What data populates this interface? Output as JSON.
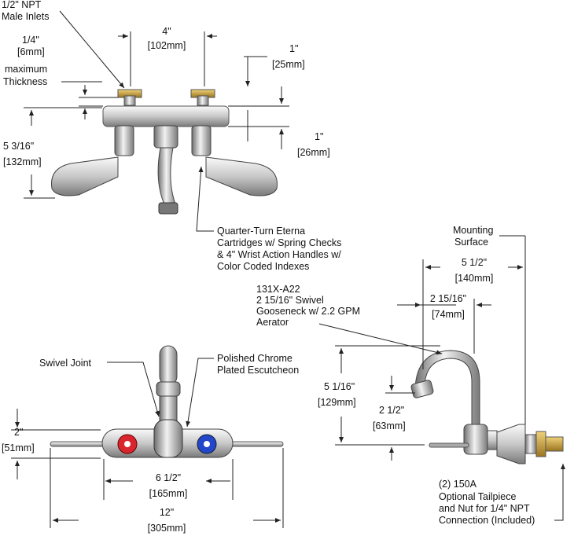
{
  "labels": {
    "npt_inlets": [
      "1/2\" NPT",
      "Male Inlets"
    ],
    "thickness": [
      "1/4\"",
      "[6mm]",
      "maximum",
      "Thickness"
    ],
    "top_4in": [
      "4\"",
      "[102mm]"
    ],
    "top_1in_25": [
      "1\"",
      "[25mm]"
    ],
    "top_1in_26": [
      "1\"",
      "[26mm]"
    ],
    "height_5_3_16": [
      "5 3/16\"",
      "[132mm]"
    ],
    "cartridges": [
      "Quarter-Turn Eterna",
      "Cartridges w/ Spring Checks",
      "& 4\" Wrist Action Handles w/",
      "Color Coded Indexes"
    ],
    "swivel_joint": [
      "Swivel Joint"
    ],
    "escutcheon": [
      "Polished Chrome",
      "Plated Escutcheon"
    ],
    "front_2in": [
      "2\"",
      "[51mm]"
    ],
    "front_6_1_2": [
      "6 1/2\"",
      "[165mm]"
    ],
    "front_12": [
      "12\"",
      "[305mm]"
    ],
    "mounting_surface": [
      "Mounting",
      "Surface"
    ],
    "side_5_1_2": [
      "5 1/2\"",
      "[140mm]"
    ],
    "gooseneck": [
      "131X-A22",
      "2 15/16\" Swivel",
      "Gooseneck w/ 2.2 GPM",
      "Aerator"
    ],
    "side_2_15_16": [
      "2 15/16\"",
      "[74mm]"
    ],
    "side_5_1_16": [
      "5 1/16\"",
      "[129mm]"
    ],
    "side_2_1_2": [
      "2 1/2\"",
      "[63mm]"
    ],
    "tailpiece": [
      "(2) 150A",
      "Optional Tailpiece",
      "and Nut for 1/4\" NPT",
      "Connection (Included)"
    ]
  },
  "colors": {
    "chrome_light": "#eeeeee",
    "chrome_mid": "#bdbdbd",
    "chrome_dark": "#6e6e6e",
    "brass": "#c9a13a",
    "hot": "#d9262e",
    "cold": "#2446c8"
  }
}
